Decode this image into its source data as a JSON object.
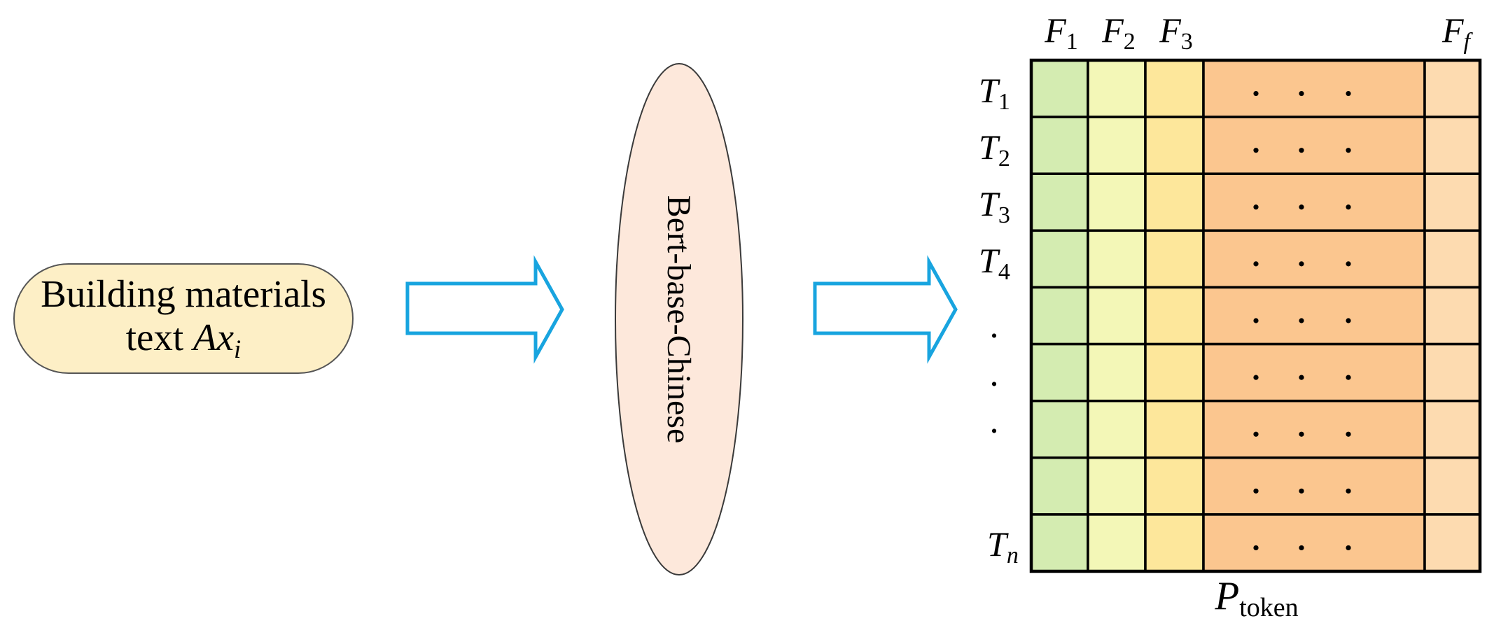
{
  "input": {
    "line1": "Building materials",
    "line2_word": "text",
    "line2_symbol": "Ax",
    "line2_subscript": "i"
  },
  "encoder": {
    "label": "Bert-base-Chinese"
  },
  "matrix": {
    "columns": [
      {
        "symbol": "F",
        "sub": "1"
      },
      {
        "symbol": "F",
        "sub": "2"
      },
      {
        "symbol": "F",
        "sub": "3"
      },
      {
        "symbol": "F",
        "sub": "f"
      }
    ],
    "rows": [
      {
        "symbol": "T",
        "sub": "1"
      },
      {
        "symbol": "T",
        "sub": "2"
      },
      {
        "symbol": "T",
        "sub": "3"
      },
      {
        "symbol": "T",
        "sub": "4"
      },
      {
        "symbol": "T",
        "sub": "n"
      }
    ],
    "row_ellipsis": [
      ".",
      ".",
      "."
    ],
    "output": {
      "symbol": "P",
      "sub": "token"
    }
  },
  "colors": {
    "arrow": "#18a4df",
    "input_fill": "#fdefc6",
    "encoder_fill": "#fde8db",
    "matrix_columns": [
      "#d4ecb1",
      "#f3f7b7",
      "#fde79b",
      "#fbc68f",
      "#fddbb0"
    ]
  }
}
